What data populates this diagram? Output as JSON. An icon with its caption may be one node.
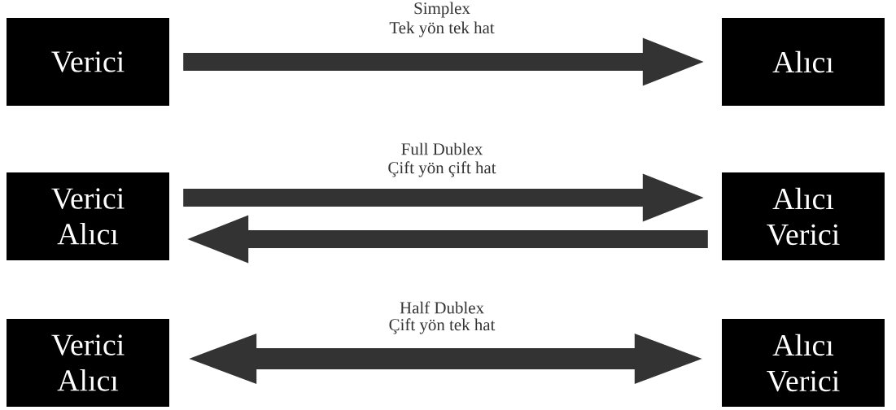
{
  "diagram": {
    "nodes": [
      {
        "text": [
          "Verici"
        ]
      },
      {
        "text": [
          "Alıcı"
        ]
      },
      {
        "text": [
          "Verici",
          "Alıcı"
        ]
      },
      {
        "text": [
          "Alıcı",
          "Verici"
        ]
      },
      {
        "text": [
          "Verici",
          "Alıcı"
        ]
      },
      {
        "text": [
          "Alıcı",
          "Verici"
        ]
      }
    ],
    "edges": [
      {
        "from": 0,
        "to": 1,
        "arrow": "to",
        "label": "Simplex"
      },
      {
        "from": 2,
        "to": 3,
        "arrow": "to",
        "label": "Full Dublex"
      },
      {
        "from": 3,
        "to": 2,
        "arrow": "to"
      },
      {
        "from": 4,
        "to": 5,
        "arrow": "both",
        "label": "Half Dublex"
      }
    ],
    "labels": [
      "Tek yön tek hat",
      "Çift yön çift hat",
      "Çift yön tek hat"
    ]
  }
}
